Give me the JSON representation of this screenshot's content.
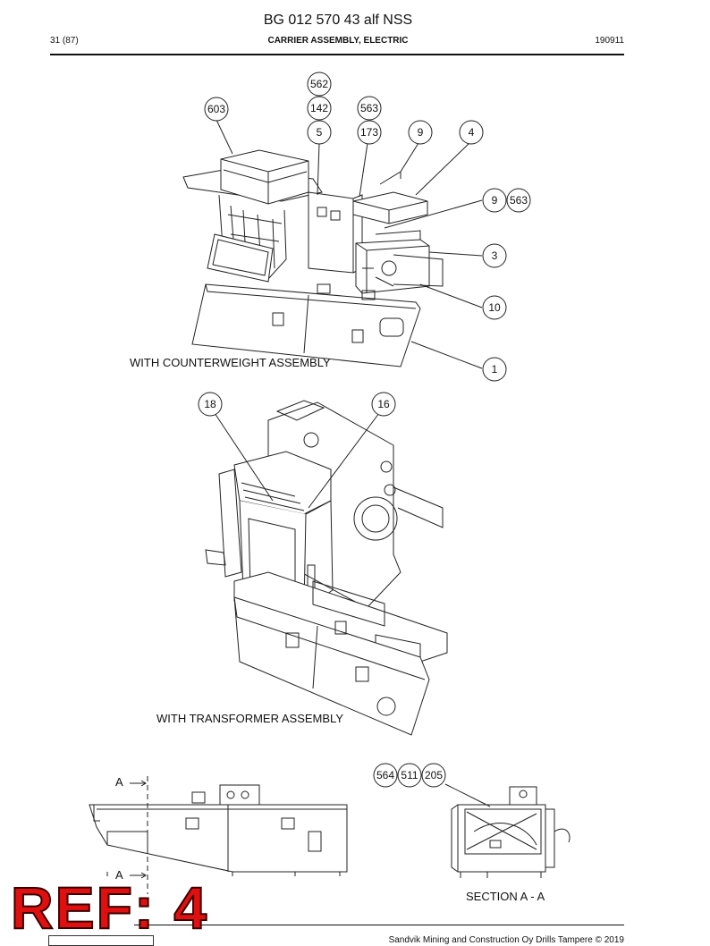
{
  "header": {
    "title": "BG 012 570 43 alf NSS",
    "page": "31 (87)",
    "section": "CARRIER ASSEMBLY, ELECTRIC",
    "date": "190911"
  },
  "views": {
    "counterweight": {
      "caption": "WITH COUNTERWEIGHT ASSEMBLY",
      "callouts": [
        "562",
        "603",
        "142",
        "563",
        "5",
        "173",
        "9",
        "4",
        "9",
        "563",
        "3",
        "10",
        "1"
      ]
    },
    "transformer": {
      "caption": "WITH TRANSFORMER ASSEMBLY",
      "callouts": [
        "18",
        "16"
      ]
    },
    "side": {
      "label_top": "A",
      "label_bottom": "A"
    },
    "section": {
      "caption": "SECTION A - A",
      "callouts": [
        "564",
        "511",
        "205"
      ]
    }
  },
  "footer": {
    "copyright": "Sandvik Mining and Construction Oy Drills Tampere © 2019",
    "stamp": "REF: 4"
  }
}
